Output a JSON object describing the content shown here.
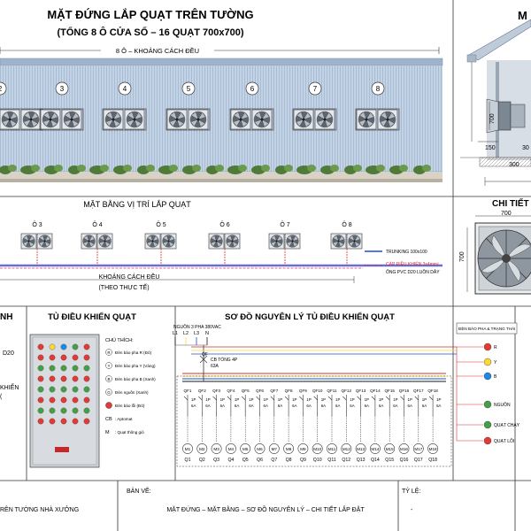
{
  "elevation": {
    "title": "MẶT ĐỨNG LẮP QUẠT TRÊN TƯỜNG",
    "subtitle": "(TỔNG 8 Ô CỬA SỔ – 16 QUẠT 700x700)",
    "spacing_label": "8 Ô – KHOẢNG CÁCH ĐỀU",
    "window_numbers": [
      "2",
      "3",
      "4",
      "5",
      "6",
      "7",
      "8"
    ]
  },
  "section": {
    "title_partial": "M",
    "dims": {
      "height": "700",
      "offset": "150",
      "width": "300",
      "right": "30"
    }
  },
  "plan": {
    "title": "MẶT BẰNG VỊ TRÍ LẮP QUẠT",
    "labels": [
      "Ô 3",
      "Ô 4",
      "Ô 5",
      "Ô 6",
      "Ô 7",
      "Ô 8"
    ],
    "spacing_label": "KHOẢNG CÁCH ĐỀU",
    "spacing_note": "(THEO THỰC TẾ)",
    "legend": {
      "trunking": "TRUNKING 100x100",
      "cable_line1": "CÁP ĐIỀU KHIỂN 3x4mm²",
      "cable_line2": "ỐNG PVC D20 LUỒN DÂY"
    }
  },
  "detail": {
    "title": "CHI TIẾT L",
    "width": "700",
    "height": "700"
  },
  "left_partial": {
    "heading": "NH",
    "lines": [
      "D20",
      "KHIỂN",
      "("
    ]
  },
  "cabinet": {
    "title": "TỦ ĐIỀU KHIỂN QUẠT",
    "notes_title": "CHÚ THÍCH:",
    "notes": [
      {
        "sym": "R",
        "text": "Đèn báo pha R (Đỏ)"
      },
      {
        "sym": "Y",
        "text": "Đèn báo pha Y (Vàng)"
      },
      {
        "sym": "B",
        "text": "Đèn báo pha B (Xanh)"
      },
      {
        "sym": "G",
        "text": "Đèn nguồn (Xanh)"
      },
      {
        "sym": "",
        "text": "Đèn báo lỗi (Đỏ)"
      },
      {
        "sym": "CB",
        "text": ": Aptomat"
      },
      {
        "sym": "M",
        "text": ": Quạt thông gió"
      }
    ]
  },
  "schematic": {
    "title": "SƠ ĐỒ NGUYÊN LÝ TỦ ĐIỀU KHIỂN QUẠT",
    "source": "NGUỒN 3 PHA 380VAC",
    "phases": [
      "L1",
      "L2",
      "L3",
      "N"
    ],
    "main_cb": {
      "tag": "QF",
      "line1": "CB TỔNG 4P",
      "line2": "63A"
    },
    "breakers": [
      "QF1",
      "QF2",
      "QF3",
      "QF4",
      "QF5",
      "QF6",
      "QF7",
      "QF8",
      "QF9",
      "QF10",
      "QF11",
      "QF12",
      "QF13",
      "QF14",
      "QF15",
      "QF16",
      "QF17",
      "QF18"
    ],
    "breaker_rating_1": "1P",
    "breaker_rating_2": "6A",
    "motors": [
      "M1",
      "M2",
      "M3",
      "M4",
      "M5",
      "M6",
      "M7",
      "M8",
      "M9",
      "M10",
      "M11",
      "M12",
      "M13",
      "M14",
      "M15",
      "M16",
      "M17",
      "M18"
    ],
    "fans": [
      "Q1",
      "Q2",
      "Q3",
      "Q4",
      "Q5",
      "Q6",
      "Q7",
      "Q8",
      "Q9",
      "Q10",
      "Q11",
      "Q12",
      "Q13",
      "Q14",
      "Q15",
      "Q16",
      "Q17",
      "Q18"
    ]
  },
  "indicators": {
    "title": "ĐÈN BÁO PHA & TRẠNG THÁI",
    "items": [
      {
        "label": "R",
        "color": "#e53935"
      },
      {
        "label": "Y",
        "color": "#fdd835"
      },
      {
        "label": "B",
        "color": "#1e88e5"
      },
      {
        "label": "NGUỒN",
        "color": "#43a047"
      },
      {
        "label": "QUẠT CHẠY",
        "color": "#43a047"
      },
      {
        "label": "QUẠT LỖI",
        "color": "#e53935"
      }
    ]
  },
  "footer": {
    "project": "RÊN TƯỜNG NHÀ XƯỞNG",
    "drawing_label": "BẢN VẼ:",
    "drawing_value": "MẶT ĐỨNG – MẶT BẰNG – SƠ ĐỒ NGUYÊN LÝ – CHI TIẾT LẮP ĐẶT",
    "scale_label": "TỶ LỆ:",
    "scale_value": "-"
  },
  "colors": {
    "wall": "#bfd0e4",
    "wall_line": "#8fa6c2",
    "red_wire": "#d32f2f",
    "blue_wire": "#1e4fd0"
  }
}
